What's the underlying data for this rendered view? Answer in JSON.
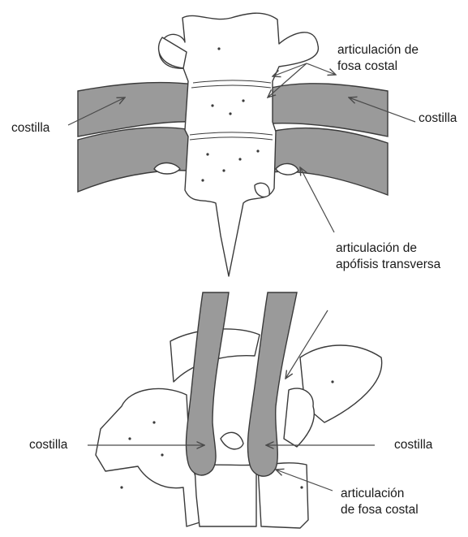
{
  "colors": {
    "rib_fill": "#9a9a9a",
    "bone_outline": "#3a3a3a",
    "bone_fill": "#ffffff",
    "arrow": "#4a4a4a"
  },
  "top_view": {
    "label_fosa_costal": {
      "line1": "articulación de",
      "line2": "fosa costal"
    },
    "label_costilla_left": "costilla",
    "label_costilla_right": "costilla",
    "label_apofisis": {
      "line1": "articulación de",
      "line2": "apófisis transversa"
    }
  },
  "bottom_view": {
    "label_costilla_left": "costilla",
    "label_costilla_right": "costilla",
    "label_fosa_costal": {
      "line1": "articulación",
      "line2": "de fosa costal"
    }
  }
}
